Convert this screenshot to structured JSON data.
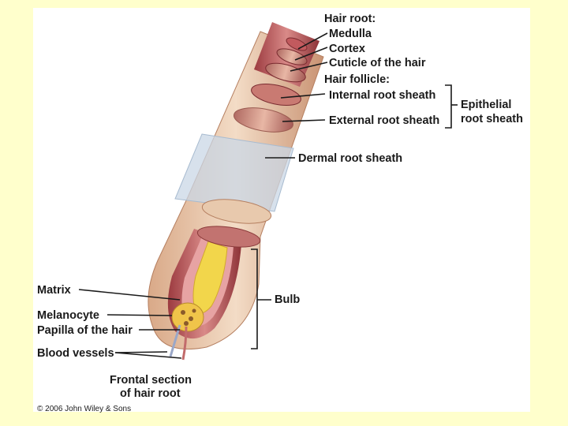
{
  "labels": {
    "hair_root": "Hair root:",
    "medulla": "Medulla",
    "cortex": "Cortex",
    "cuticle": "Cuticle of the hair",
    "hair_follicle": "Hair follicle:",
    "internal_root_sheath": "Internal root sheath",
    "external_root_sheath": "External root sheath",
    "epithelial_line1": "Epithelial",
    "epithelial_line2": "root sheath",
    "dermal_root_sheath": "Dermal root sheath",
    "matrix": "Matrix",
    "bulb": "Bulb",
    "melanocyte": "Melanocyte",
    "papilla": "Papilla of the hair",
    "blood_vessels": "Blood vessels",
    "caption_line1": "Frontal section",
    "caption_line2": "of hair root",
    "copyright": "© 2006 John Wiley & Sons"
  },
  "colors": {
    "slide_background": "#ffffcc",
    "panel_background": "#ffffff",
    "outer_sheath": "#e8c9ad",
    "internal_sheath": "#c25a5e",
    "medulla": "#8b3a3f",
    "papilla": "#f2d64b",
    "blood_vessel": "#9aa7c8"
  }
}
